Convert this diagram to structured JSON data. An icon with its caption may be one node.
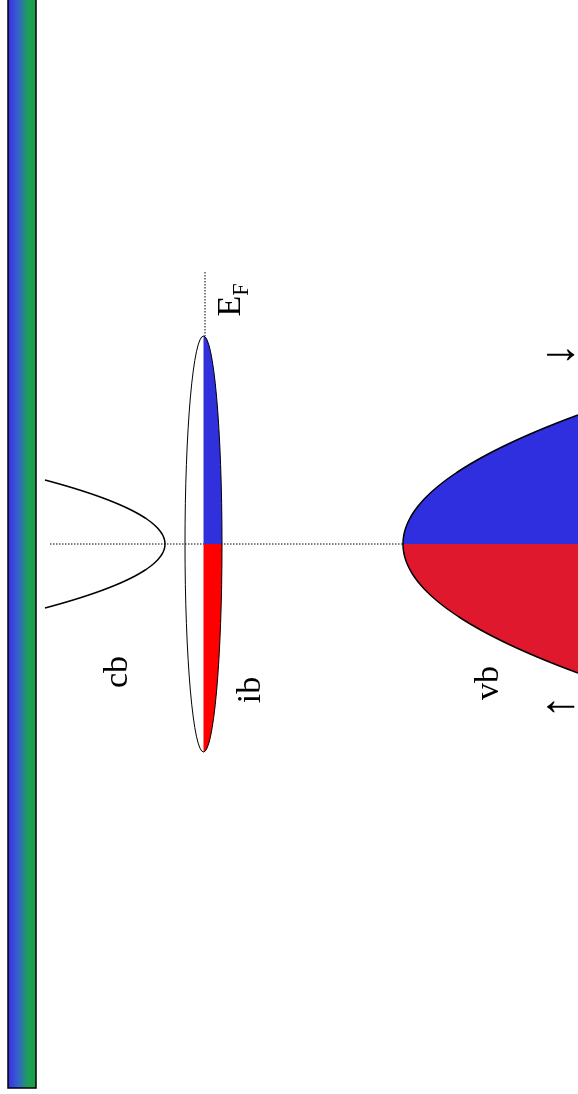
{
  "diagram": {
    "labels": [
      "E$_{F}$",
      "↓",
      "cb",
      "ib",
      "vb",
      "↑"
    ]
  }
}
